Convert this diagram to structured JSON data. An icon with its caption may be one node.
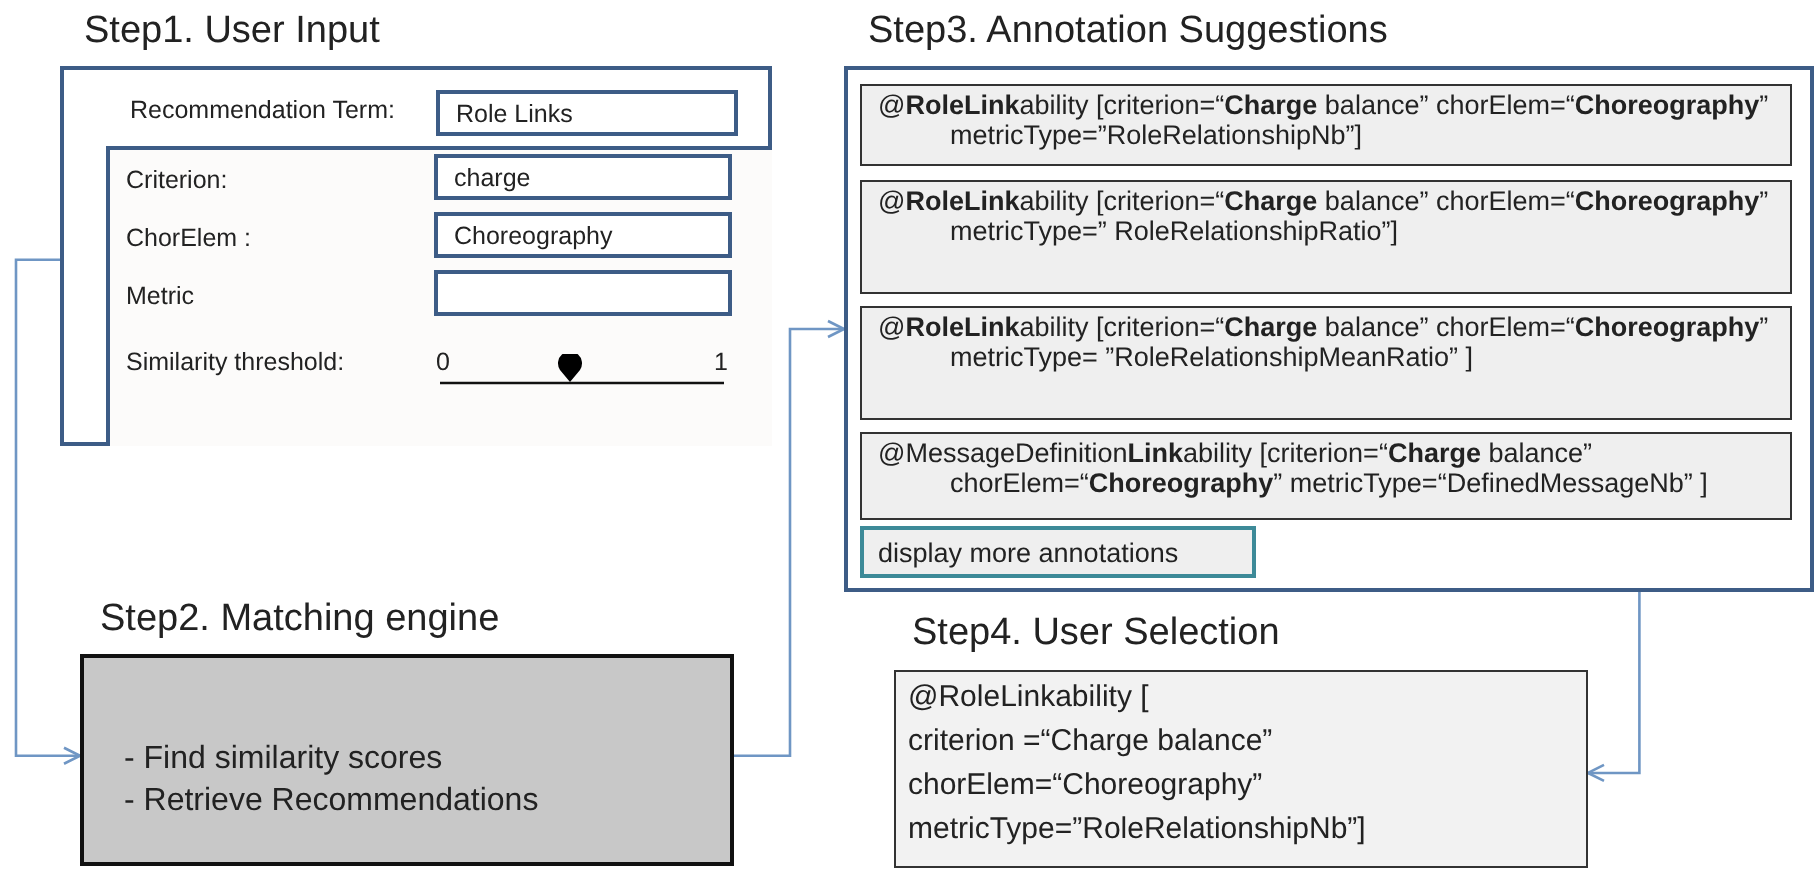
{
  "diagram": {
    "nodes": [
      {
        "text": [
          "Step1. User Input"
        ]
      },
      {
        "text": [
          "Role Links"
        ],
        "in": 0
      },
      {
        "text": [],
        "shape": "box",
        "in": 0
      },
      {
        "text": [
          "charge"
        ],
        "in": 2
      },
      {
        "text": [
          "Choreography"
        ],
        "in": 2
      },
      {
        "text": [],
        "shape": "box",
        "in": 2
      },
      {
        "text": [
          "Step3. Annotation Suggestions"
        ]
      },
      {
        "text": [
          "@**RoleLink**ability [criterion=“**Charge** balance” chorElem=“**Choreography**” metricType=”RoleRelationshipNb”]"
        ],
        "in": 6
      },
      {
        "text": [
          "@**RoleLink**ability [criterion=“**Charge** balance” chorElem=“**Choreography**”  metricType=” RoleRelationshipRatio”]"
        ],
        "in": 6
      },
      {
        "text": [
          "@**RoleLink**ability [criterion=“**Charge** balance” chorElem=“**Choreography**” metricType= ”RoleRelationshipMeanRatio” ]"
        ],
        "in": 6
      },
      {
        "text": [
          "@MessageDefinition**Link**ability [criterion=“**Charge** balance” chorElem=“**Choreography**” metricType=“DefinedMessageNb” ]"
        ],
        "in": 6
      },
      {
        "text": [
          "display more  annotations"
        ],
        "in": 6
      },
      {
        "text": [
          "Step2. Matching engine",
          "- Find similarity scores",
          "- Retrieve Recommendations"
        ]
      },
      {
        "text": [
          "Step4. User Selection",
          "@RoleLinkability [",
          "criterion =“Charge balance”",
          "chorElem=“Choreography”",
          "metricType=”RoleRelationshipNb”]"
        ]
      }
    ],
    "edges": [
      {
        "from": 0,
        "to": 12,
        "arrow": "to"
      },
      {
        "from": 12,
        "to": 6,
        "arrow": "to"
      },
      {
        "from": 6,
        "to": 13,
        "arrow": "to"
      }
    ],
    "labels": [
      "Recommendation Term:",
      "Criterion:",
      "ChorElem :",
      "Metric",
      "Similarity threshold:",
      "0",
      "1"
    ]
  }
}
